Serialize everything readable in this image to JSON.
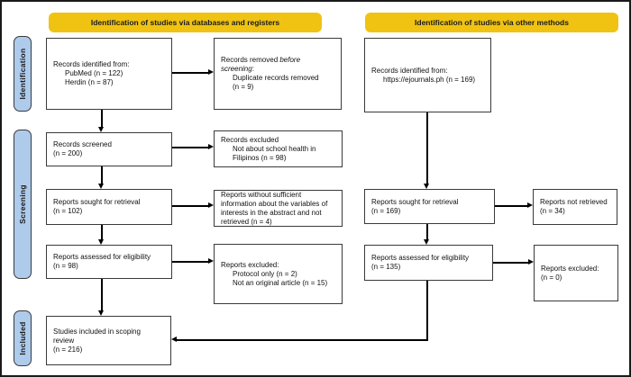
{
  "banners": {
    "left": "Identification of studies via databases and registers",
    "right": "Identification of studies via other methods"
  },
  "sidebar": {
    "identification": "Identification",
    "screening": "Screening",
    "included": "Included"
  },
  "boxes": {
    "records_identified_db": {
      "lines": [
        "Records identified from:",
        "PubMed (n = 122)",
        "Herdin (n = 87)"
      ]
    },
    "records_removed": {
      "seg1": "Records removed ",
      "seg2_italic": "before",
      "seg3_italic": "screening",
      "seg4": ":",
      "lines": [
        "Duplicate records removed",
        "(n = 9)"
      ]
    },
    "records_screened": {
      "lines": [
        "Records screened",
        "(n = 200)"
      ]
    },
    "records_excluded": {
      "lines": [
        "Records excluded",
        "Not about school health in",
        "Filipinos (n = 98)"
      ]
    },
    "reports_sought_db": {
      "lines": [
        "Reports sought for retrieval",
        "(n = 102)"
      ]
    },
    "reports_not_retrieved_db": {
      "lines": [
        "Reports without sufficient",
        "information about the variables of",
        "interests in the abstract and not",
        "retrieved (n = 4)"
      ]
    },
    "reports_assessed_db": {
      "lines": [
        "Reports assessed for eligibility",
        "(n = 98)"
      ]
    },
    "reports_excluded_db": {
      "lines": [
        "Reports excluded:",
        "Protocol only (n = 2)",
        "Not an original article (n = 15)"
      ]
    },
    "studies_included": {
      "lines": [
        "Studies included in scoping",
        "review",
        "(n = 216)"
      ]
    },
    "records_identified_other": {
      "lines": [
        "Records identified from:",
        "https://ejournals.ph (n = 169)"
      ]
    },
    "reports_sought_other": {
      "lines": [
        "Reports sought for retrieval",
        "(n = 169)"
      ]
    },
    "reports_not_retrieved_other": {
      "lines": [
        "Reports not retrieved",
        "(n = 34)"
      ]
    },
    "reports_assessed_other": {
      "lines": [
        "Reports assessed for eligibility",
        "(n = 135)"
      ]
    },
    "reports_excluded_other": {
      "lines": [
        "Reports excluded:",
        "(n = 0)"
      ]
    }
  },
  "colors": {
    "banner_bg": "#F0C313",
    "phase_bg": "#AECBEC",
    "box_border": "#3A3A3A",
    "arrow": "#000000"
  }
}
